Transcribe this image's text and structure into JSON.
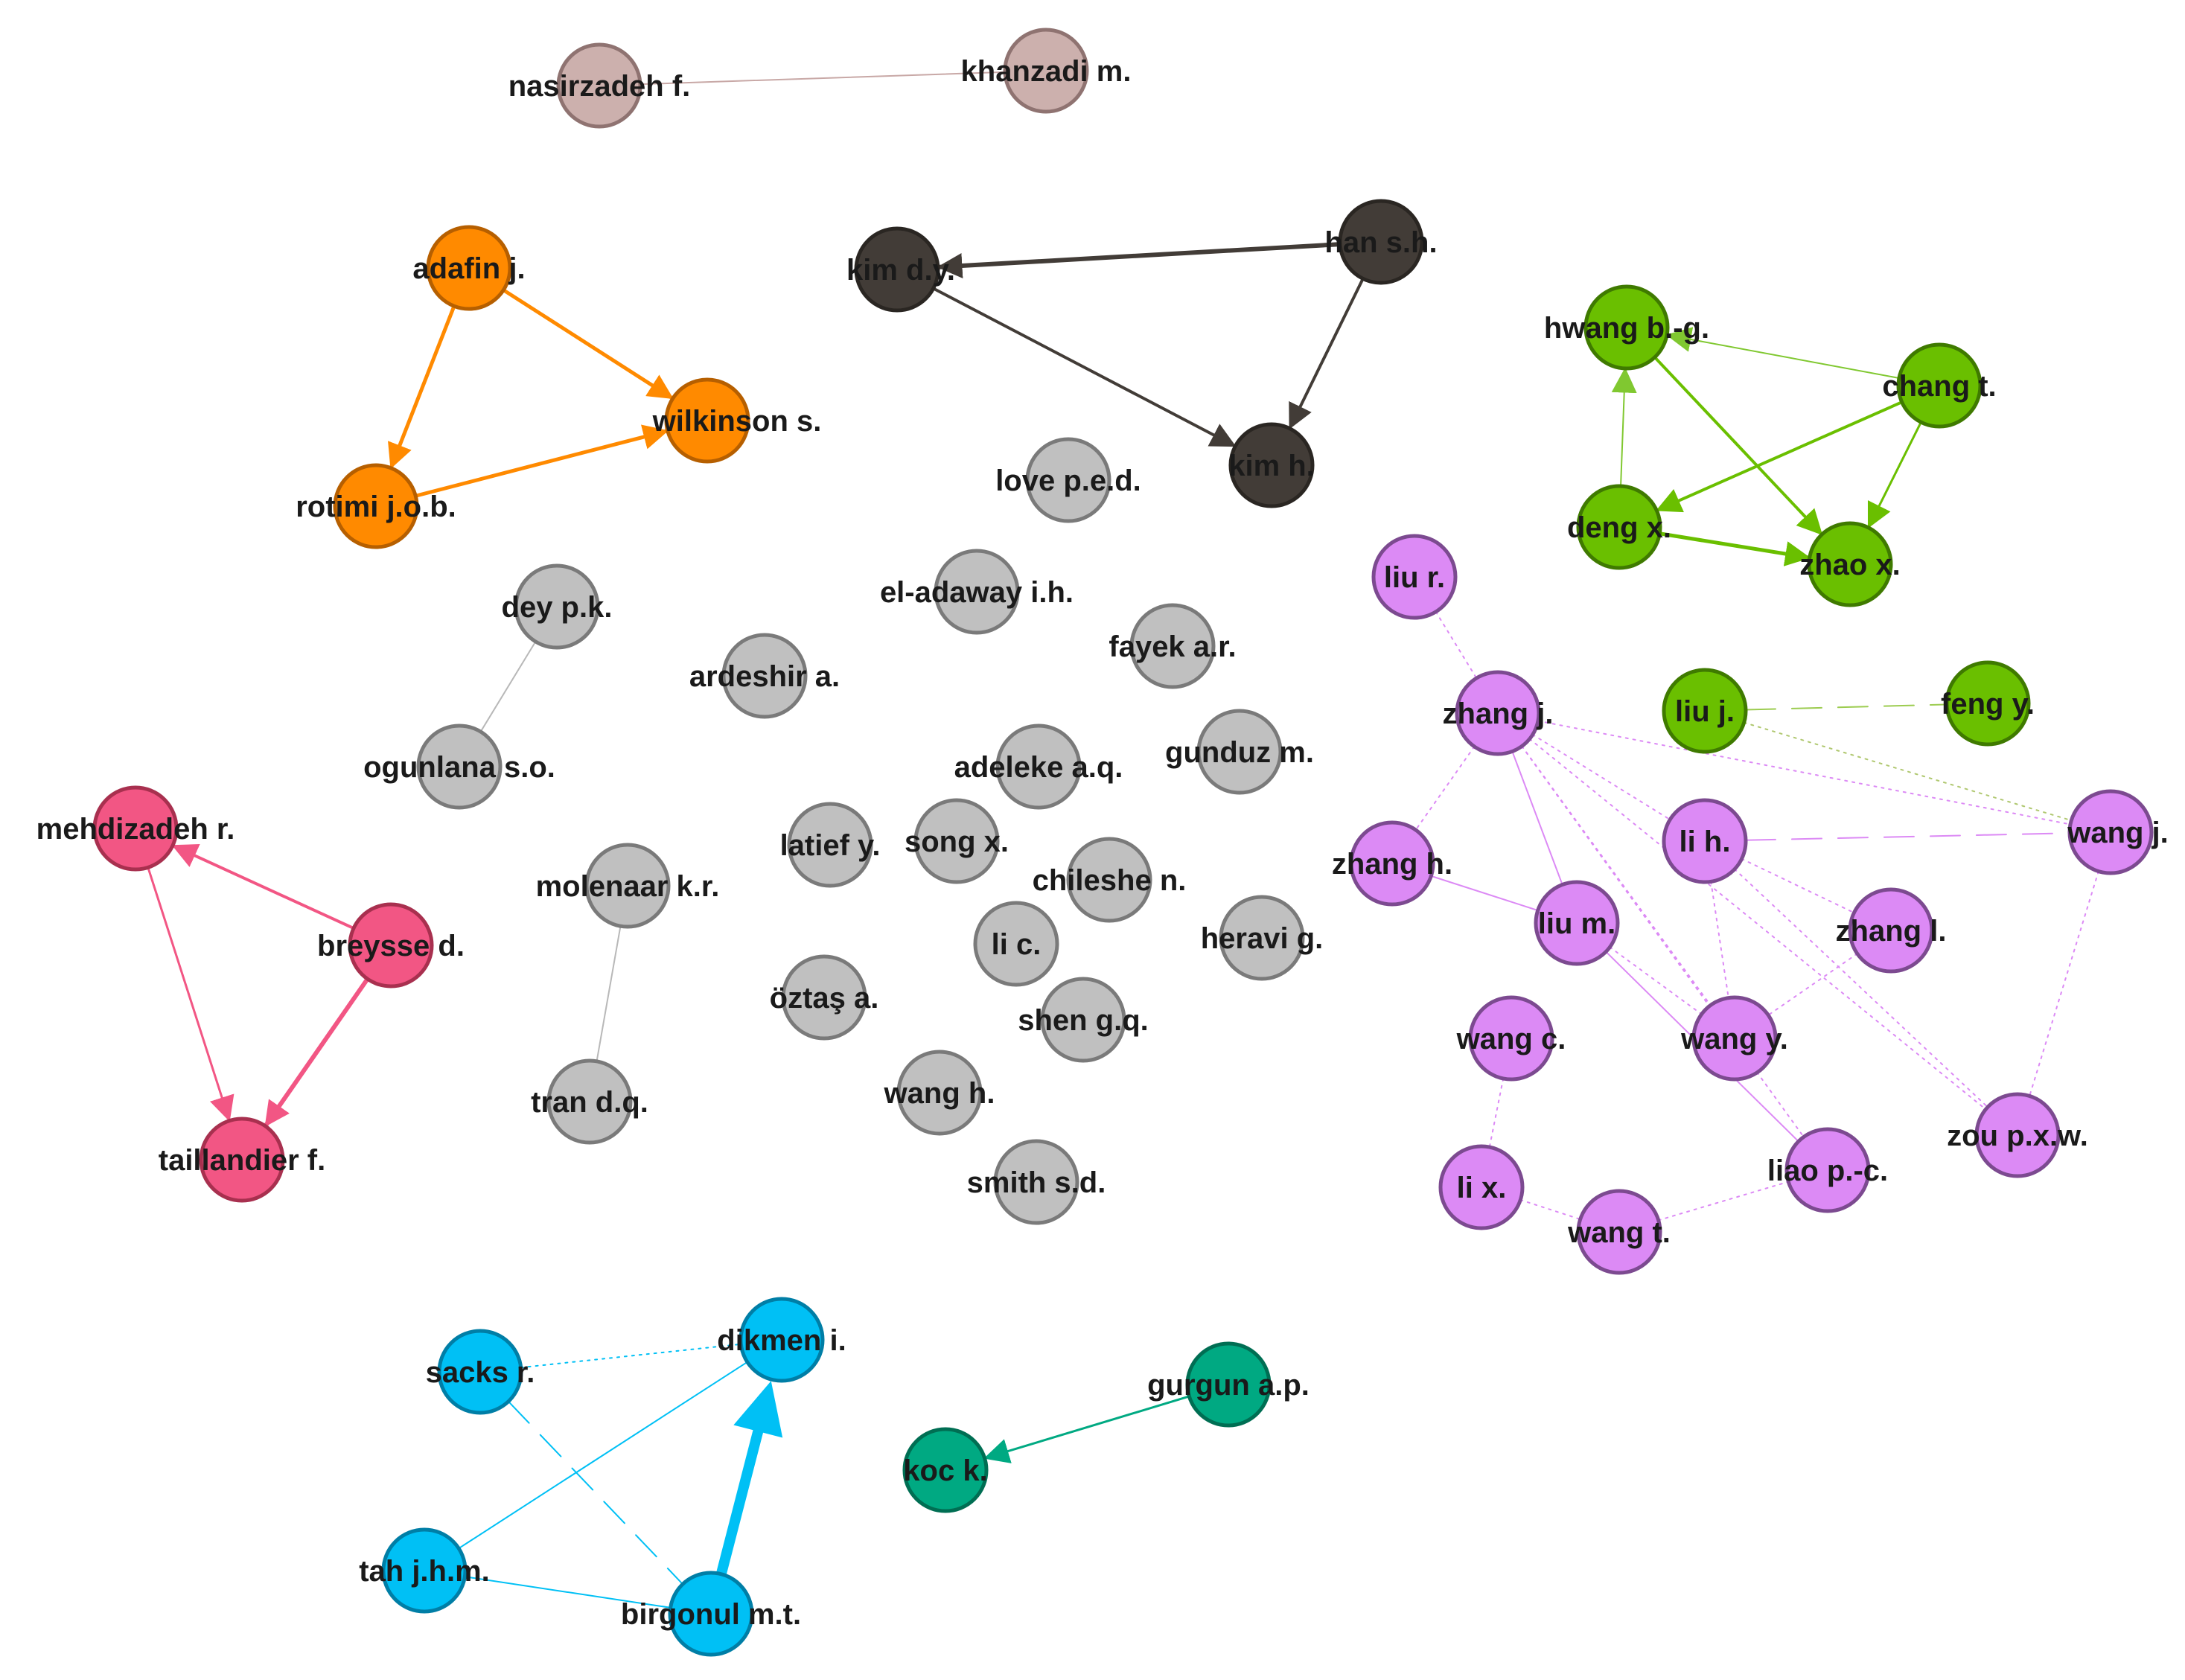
{
  "colors": {
    "brown": {
      "fill": "#ccb0ad",
      "stroke": "#8f7371"
    },
    "orange": {
      "fill": "#ff8a00",
      "stroke": "#b65f00"
    },
    "dark": {
      "fill": "#423c37",
      "stroke": "#2a2622"
    },
    "green": {
      "fill": "#6abf00",
      "stroke": "#3f7a00"
    },
    "gray": {
      "fill": "#c0c0c0",
      "stroke": "#7a7a7a"
    },
    "pink": {
      "fill": "#f25684",
      "stroke": "#a8304f"
    },
    "purple": {
      "fill": "#dc8af5",
      "stroke": "#7c4a90"
    },
    "blue": {
      "fill": "#00c0f5",
      "stroke": "#007ea6"
    },
    "teal": {
      "fill": "#00a982",
      "stroke": "#006e53"
    }
  },
  "nodes": [
    {
      "id": "nasirzadeh",
      "label": "nasirzadeh f.",
      "group": "brown"
    },
    {
      "id": "khanzadi",
      "label": "khanzadi m.",
      "group": "brown"
    },
    {
      "id": "adafin",
      "label": "adafin j.",
      "group": "orange"
    },
    {
      "id": "wilkinson",
      "label": "wilkinson s.",
      "group": "orange"
    },
    {
      "id": "rotimi",
      "label": "rotimi j.o.b.",
      "group": "orange"
    },
    {
      "id": "kimdy",
      "label": "kim d.y.",
      "group": "dark"
    },
    {
      "id": "hansh",
      "label": "han s.h.",
      "group": "dark"
    },
    {
      "id": "kimh",
      "label": "kim h.",
      "group": "dark"
    },
    {
      "id": "hwang",
      "label": "hwang b.-g.",
      "group": "green"
    },
    {
      "id": "chang",
      "label": "chang t.",
      "group": "green"
    },
    {
      "id": "deng",
      "label": "deng x.",
      "group": "green"
    },
    {
      "id": "zhao",
      "label": "zhao x.",
      "group": "green"
    },
    {
      "id": "liuj",
      "label": "liu j.",
      "group": "green"
    },
    {
      "id": "feng",
      "label": "feng y.",
      "group": "green"
    },
    {
      "id": "love",
      "label": "love p.e.d.",
      "group": "gray"
    },
    {
      "id": "dey",
      "label": "dey p.k.",
      "group": "gray"
    },
    {
      "id": "eladaway",
      "label": "el-adaway i.h.",
      "group": "gray"
    },
    {
      "id": "fayek",
      "label": "fayek a.r.",
      "group": "gray"
    },
    {
      "id": "ardeshir",
      "label": "ardeshir a.",
      "group": "gray"
    },
    {
      "id": "ogunlana",
      "label": "ogunlana s.o.",
      "group": "gray"
    },
    {
      "id": "adeleke",
      "label": "adeleke a.q.",
      "group": "gray"
    },
    {
      "id": "gunduz",
      "label": "gunduz m.",
      "group": "gray"
    },
    {
      "id": "latief",
      "label": "latief y.",
      "group": "gray"
    },
    {
      "id": "song",
      "label": "song x.",
      "group": "gray"
    },
    {
      "id": "molenaar",
      "label": "molenaar k.r.",
      "group": "gray"
    },
    {
      "id": "chileshe",
      "label": "chileshe n.",
      "group": "gray"
    },
    {
      "id": "lic",
      "label": "li c.",
      "group": "gray"
    },
    {
      "id": "heravi",
      "label": "heravi g.",
      "group": "gray"
    },
    {
      "id": "oztas",
      "label": "öztaş a.",
      "group": "gray"
    },
    {
      "id": "shen",
      "label": "shen g.q.",
      "group": "gray"
    },
    {
      "id": "tran",
      "label": "tran d.q.",
      "group": "gray"
    },
    {
      "id": "wangh",
      "label": "wang h.",
      "group": "gray"
    },
    {
      "id": "smith",
      "label": "smith s.d.",
      "group": "gray"
    },
    {
      "id": "mehdizadeh",
      "label": "mehdizadeh r.",
      "group": "pink"
    },
    {
      "id": "breysse",
      "label": "breysse d.",
      "group": "pink"
    },
    {
      "id": "taillandier",
      "label": "taillandier f.",
      "group": "pink"
    },
    {
      "id": "liur",
      "label": "liu r.",
      "group": "purple"
    },
    {
      "id": "zhangj",
      "label": "zhang j.",
      "group": "purple"
    },
    {
      "id": "lih",
      "label": "li h.",
      "group": "purple"
    },
    {
      "id": "wangj",
      "label": "wang j.",
      "group": "purple"
    },
    {
      "id": "zhangh",
      "label": "zhang h.",
      "group": "purple"
    },
    {
      "id": "lium",
      "label": "liu m.",
      "group": "purple"
    },
    {
      "id": "zhangl",
      "label": "zhang l.",
      "group": "purple"
    },
    {
      "id": "wangc",
      "label": "wang c.",
      "group": "purple"
    },
    {
      "id": "wangy",
      "label": "wang y.",
      "group": "purple"
    },
    {
      "id": "zou",
      "label": "zou p.x.w.",
      "group": "purple"
    },
    {
      "id": "lix",
      "label": "li x.",
      "group": "purple"
    },
    {
      "id": "liao",
      "label": "liao p.-c.",
      "group": "purple"
    },
    {
      "id": "wangt",
      "label": "wang t.",
      "group": "purple"
    },
    {
      "id": "sacks",
      "label": "sacks r.",
      "group": "blue"
    },
    {
      "id": "dikmen",
      "label": "dikmen i.",
      "group": "blue"
    },
    {
      "id": "tah",
      "label": "tah j.h.m.",
      "group": "blue"
    },
    {
      "id": "birgonul",
      "label": "birgonul m.t.",
      "group": "blue"
    },
    {
      "id": "gurgun",
      "label": "gurgun a.p.",
      "group": "teal"
    },
    {
      "id": "koc",
      "label": "koc k.",
      "group": "teal"
    }
  ],
  "edges": [
    {
      "source": "nasirzadeh",
      "target": "khanzadi",
      "color": "#c8a8a6",
      "directed": false,
      "style": "solid",
      "weight": 2
    },
    {
      "source": "adafin",
      "target": "wilkinson",
      "color": "#ff8a00",
      "directed": true,
      "style": "solid",
      "weight": 5
    },
    {
      "source": "adafin",
      "target": "rotimi",
      "color": "#ff8a00",
      "directed": true,
      "style": "solid",
      "weight": 5
    },
    {
      "source": "rotimi",
      "target": "wilkinson",
      "color": "#ff8a00",
      "directed": true,
      "style": "solid",
      "weight": 5
    },
    {
      "source": "hansh",
      "target": "kimdy",
      "color": "#423c37",
      "directed": true,
      "style": "solid",
      "weight": 6
    },
    {
      "source": "hansh",
      "target": "kimh",
      "color": "#423c37",
      "directed": true,
      "style": "solid",
      "weight": 4
    },
    {
      "source": "kimdy",
      "target": "kimh",
      "color": "#423c37",
      "directed": true,
      "style": "solid",
      "weight": 4
    },
    {
      "source": "chang",
      "target": "hwang",
      "color": "#80c830",
      "directed": true,
      "style": "solid",
      "weight": 2
    },
    {
      "source": "chang",
      "target": "deng",
      "color": "#6abf00",
      "directed": true,
      "style": "solid",
      "weight": 4
    },
    {
      "source": "chang",
      "target": "zhao",
      "color": "#6abf00",
      "directed": true,
      "style": "solid",
      "weight": 3
    },
    {
      "source": "hwang",
      "target": "zhao",
      "color": "#6abf00",
      "directed": true,
      "style": "solid",
      "weight": 4
    },
    {
      "source": "deng",
      "target": "hwang",
      "color": "#80c830",
      "directed": true,
      "style": "solid",
      "weight": 2
    },
    {
      "source": "deng",
      "target": "zhao",
      "color": "#6abf00",
      "directed": true,
      "style": "solid",
      "weight": 5
    },
    {
      "source": "liuj",
      "target": "feng",
      "color": "#9ccc50",
      "directed": false,
      "style": "longdash",
      "weight": 2
    },
    {
      "source": "liuj",
      "target": "wangj",
      "color": "#b0c870",
      "directed": false,
      "style": "dot",
      "weight": 2
    },
    {
      "source": "dey",
      "target": "ogunlana",
      "color": "#b8b8b8",
      "directed": false,
      "style": "solid",
      "weight": 2
    },
    {
      "source": "molenaar",
      "target": "tran",
      "color": "#b8b8b8",
      "directed": false,
      "style": "solid",
      "weight": 2
    },
    {
      "source": "breysse",
      "target": "mehdizadeh",
      "color": "#f25684",
      "directed": true,
      "style": "solid",
      "weight": 4
    },
    {
      "source": "breysse",
      "target": "taillandier",
      "color": "#f25684",
      "directed": true,
      "style": "solid",
      "weight": 6
    },
    {
      "source": "mehdizadeh",
      "target": "taillandier",
      "color": "#f25684",
      "directed": true,
      "style": "solid",
      "weight": 3
    },
    {
      "source": "liur",
      "target": "zhangj",
      "color": "#dc8af5",
      "directed": false,
      "style": "dot",
      "weight": 2
    },
    {
      "source": "zhangj",
      "target": "zhangh",
      "color": "#dc8af5",
      "directed": false,
      "style": "dot",
      "weight": 2
    },
    {
      "source": "zhangj",
      "target": "lium",
      "color": "#dc8af5",
      "directed": false,
      "style": "solid",
      "weight": 2
    },
    {
      "source": "zhangj",
      "target": "lih",
      "color": "#dc8af5",
      "directed": false,
      "style": "dot",
      "weight": 2
    },
    {
      "source": "zhangj",
      "target": "wangj",
      "color": "#dc8af5",
      "directed": false,
      "style": "dot",
      "weight": 2
    },
    {
      "source": "zhangj",
      "target": "wangy",
      "color": "#dc8af5",
      "directed": false,
      "style": "dot",
      "weight": 2
    },
    {
      "source": "zhangj",
      "target": "zou",
      "color": "#dc8af5",
      "directed": false,
      "style": "dot",
      "weight": 2
    },
    {
      "source": "zhangj",
      "target": "liao",
      "color": "#dc8af5",
      "directed": false,
      "style": "dot",
      "weight": 2
    },
    {
      "source": "lih",
      "target": "wangj",
      "color": "#dc8af5",
      "directed": false,
      "style": "longdash",
      "weight": 2
    },
    {
      "source": "lih",
      "target": "wangy",
      "color": "#dc8af5",
      "directed": false,
      "style": "dot",
      "weight": 2
    },
    {
      "source": "lih",
      "target": "zhangl",
      "color": "#dc8af5",
      "directed": false,
      "style": "dot",
      "weight": 2
    },
    {
      "source": "lih",
      "target": "zou",
      "color": "#dc8af5",
      "directed": false,
      "style": "dot",
      "weight": 2
    },
    {
      "source": "zhangh",
      "target": "lium",
      "color": "#dc8af5",
      "directed": false,
      "style": "solid",
      "weight": 2
    },
    {
      "source": "lium",
      "target": "wangy",
      "color": "#dc8af5",
      "directed": false,
      "style": "dot",
      "weight": 2
    },
    {
      "source": "lium",
      "target": "liao",
      "color": "#dc8af5",
      "directed": false,
      "style": "solid",
      "weight": 2
    },
    {
      "source": "zhangl",
      "target": "wangy",
      "color": "#dc8af5",
      "directed": false,
      "style": "dot",
      "weight": 2
    },
    {
      "source": "wangj",
      "target": "zou",
      "color": "#dc8af5",
      "directed": false,
      "style": "dot",
      "weight": 2
    },
    {
      "source": "wangc",
      "target": "lix",
      "color": "#dc8af5",
      "directed": false,
      "style": "dot",
      "weight": 2
    },
    {
      "source": "lix",
      "target": "wangt",
      "color": "#dc8af5",
      "directed": false,
      "style": "dot",
      "weight": 2
    },
    {
      "source": "wangt",
      "target": "liao",
      "color": "#dc8af5",
      "directed": false,
      "style": "dot",
      "weight": 2
    },
    {
      "source": "sacks",
      "target": "dikmen",
      "color": "#00c0f5",
      "directed": false,
      "style": "dot",
      "weight": 2
    },
    {
      "source": "sacks",
      "target": "birgonul",
      "color": "#00c0f5",
      "directed": false,
      "style": "longdash",
      "weight": 2
    },
    {
      "source": "tah",
      "target": "dikmen",
      "color": "#00c0f5",
      "directed": false,
      "style": "solid",
      "weight": 2
    },
    {
      "source": "tah",
      "target": "birgonul",
      "color": "#00c0f5",
      "directed": false,
      "style": "solid",
      "weight": 2
    },
    {
      "source": "birgonul",
      "target": "dikmen",
      "color": "#00c0f5",
      "directed": true,
      "style": "solid",
      "weight": 14
    },
    {
      "source": "gurgun",
      "target": "koc",
      "color": "#00a982",
      "directed": true,
      "style": "solid",
      "weight": 3
    }
  ]
}
